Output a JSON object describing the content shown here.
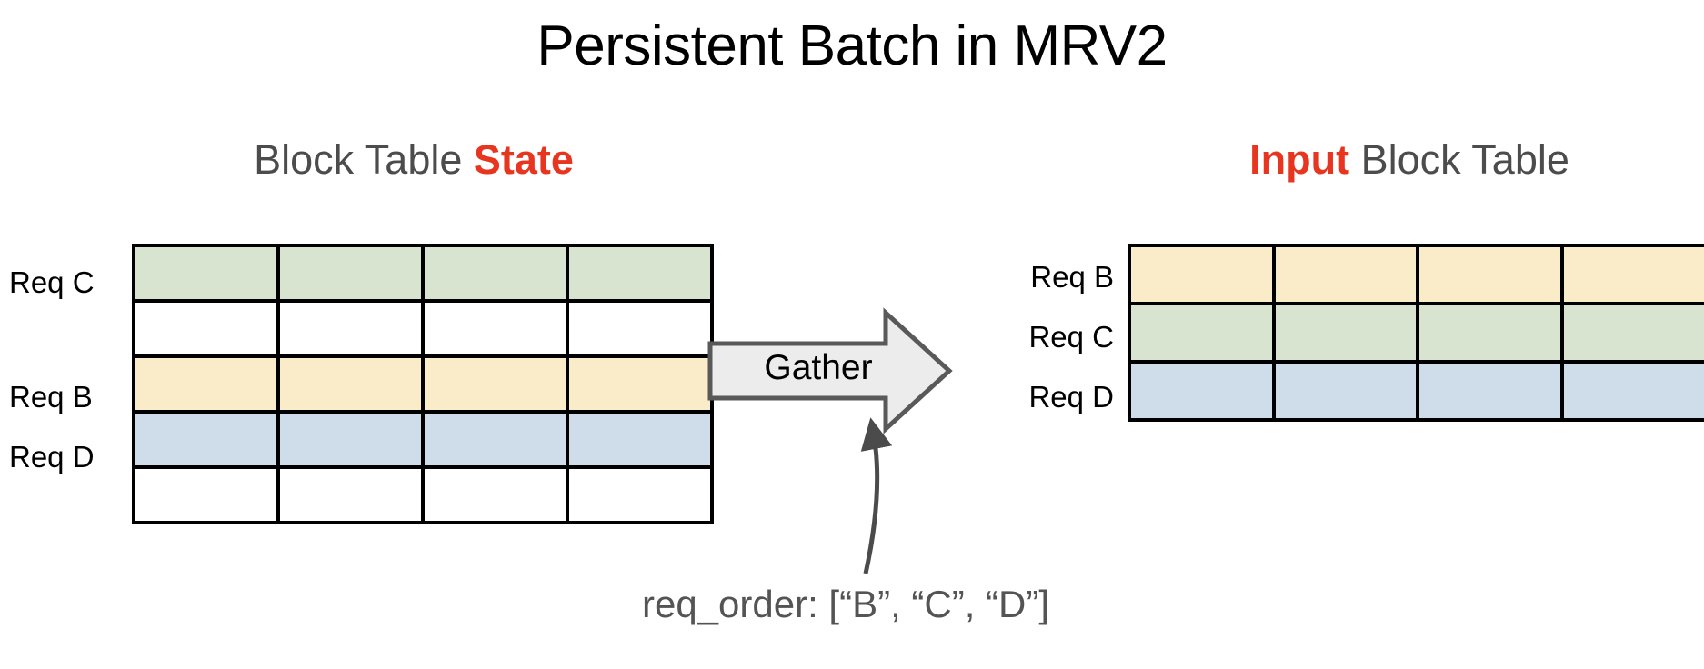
{
  "slide": {
    "title": "Persistent Batch in MRV2",
    "background_color": "#ffffff"
  },
  "colors": {
    "accent_red": "#e8351f",
    "heading_gray": "#4c4c4c",
    "text_gray": "#545454",
    "grid_black": "#000000",
    "arrow_fill": "#ececec",
    "arrow_stroke": "#595959",
    "row_green": "#d9e4d0",
    "row_yellow": "#faecc8",
    "row_blue": "#cedde9",
    "row_empty": "#ffffff"
  },
  "left_panel": {
    "heading_plain": "Block Table ",
    "heading_accent": "State",
    "columns": 4,
    "rows": [
      {
        "label": "Req C",
        "color": "#d9e4d0",
        "occupied": true
      },
      {
        "label": "",
        "color": "#ffffff",
        "occupied": false
      },
      {
        "label": "Req B",
        "color": "#faecc8",
        "occupied": true
      },
      {
        "label": "Req D",
        "color": "#cedde9",
        "occupied": true
      },
      {
        "label": "",
        "color": "#ffffff",
        "occupied": false
      }
    ]
  },
  "right_panel": {
    "heading_accent": "Input",
    "heading_plain": " Block Table",
    "columns": 4,
    "rows": [
      {
        "label": "Req B",
        "color": "#faecc8",
        "occupied": true
      },
      {
        "label": "Req C",
        "color": "#d9e4d0",
        "occupied": true
      },
      {
        "label": "Req D",
        "color": "#cedde9",
        "occupied": true
      }
    ]
  },
  "operation": {
    "arrow_label": "Gather",
    "direction": "right"
  },
  "annotation": {
    "req_order_text": "req_order: [“B”, “C”, “D”]"
  }
}
